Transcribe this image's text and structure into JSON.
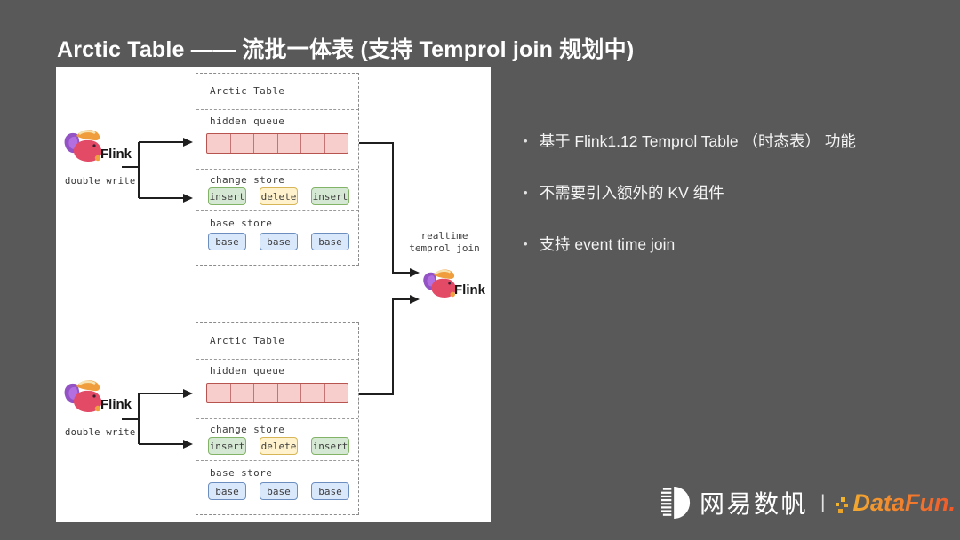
{
  "title": "Arctic Table —— 流批一体表 (支持 Temprol join 规划中)",
  "diagram": {
    "box_title": "Arctic Table",
    "hidden_queue": {
      "label": "hidden queue",
      "cell_count": 6
    },
    "change_store": {
      "label": "change store",
      "chips": [
        "insert",
        "delete",
        "insert"
      ]
    },
    "base_store": {
      "label": "base store",
      "chips": [
        "base",
        "base",
        "base"
      ]
    },
    "flink_label": "Flink",
    "double_write_label": "double write",
    "realtime_join": {
      "line1": "realtime",
      "line2": "temprol join"
    }
  },
  "bullets": [
    "基于 Flink1.12  Temprol Table （时态表） 功能",
    "不需要引入额外的 KV 组件",
    "支持 event time join"
  ],
  "footer": {
    "netease_text": "网易数帆",
    "divider": "|",
    "datafun_text": "DataFun."
  },
  "colors": {
    "background": "#595959",
    "panel": "#ffffff",
    "arrow": "#1f1f1f",
    "queue_cell_fill": "#f8cecc",
    "queue_cell_border": "#b85450",
    "insert_chip_fill": "#d5e8d4",
    "insert_chip_border": "#82b366",
    "delete_chip_fill": "#fff2cc",
    "delete_chip_border": "#d6b656",
    "base_chip_fill": "#dae8fc",
    "base_chip_border": "#6c8ebf",
    "flink_body": "#e24a66",
    "flink_tail": "#9353c5",
    "flink_head": "#ef9d3d",
    "datafun_gradient_start": "#f2b632",
    "datafun_gradient_end": "#f2572a"
  }
}
